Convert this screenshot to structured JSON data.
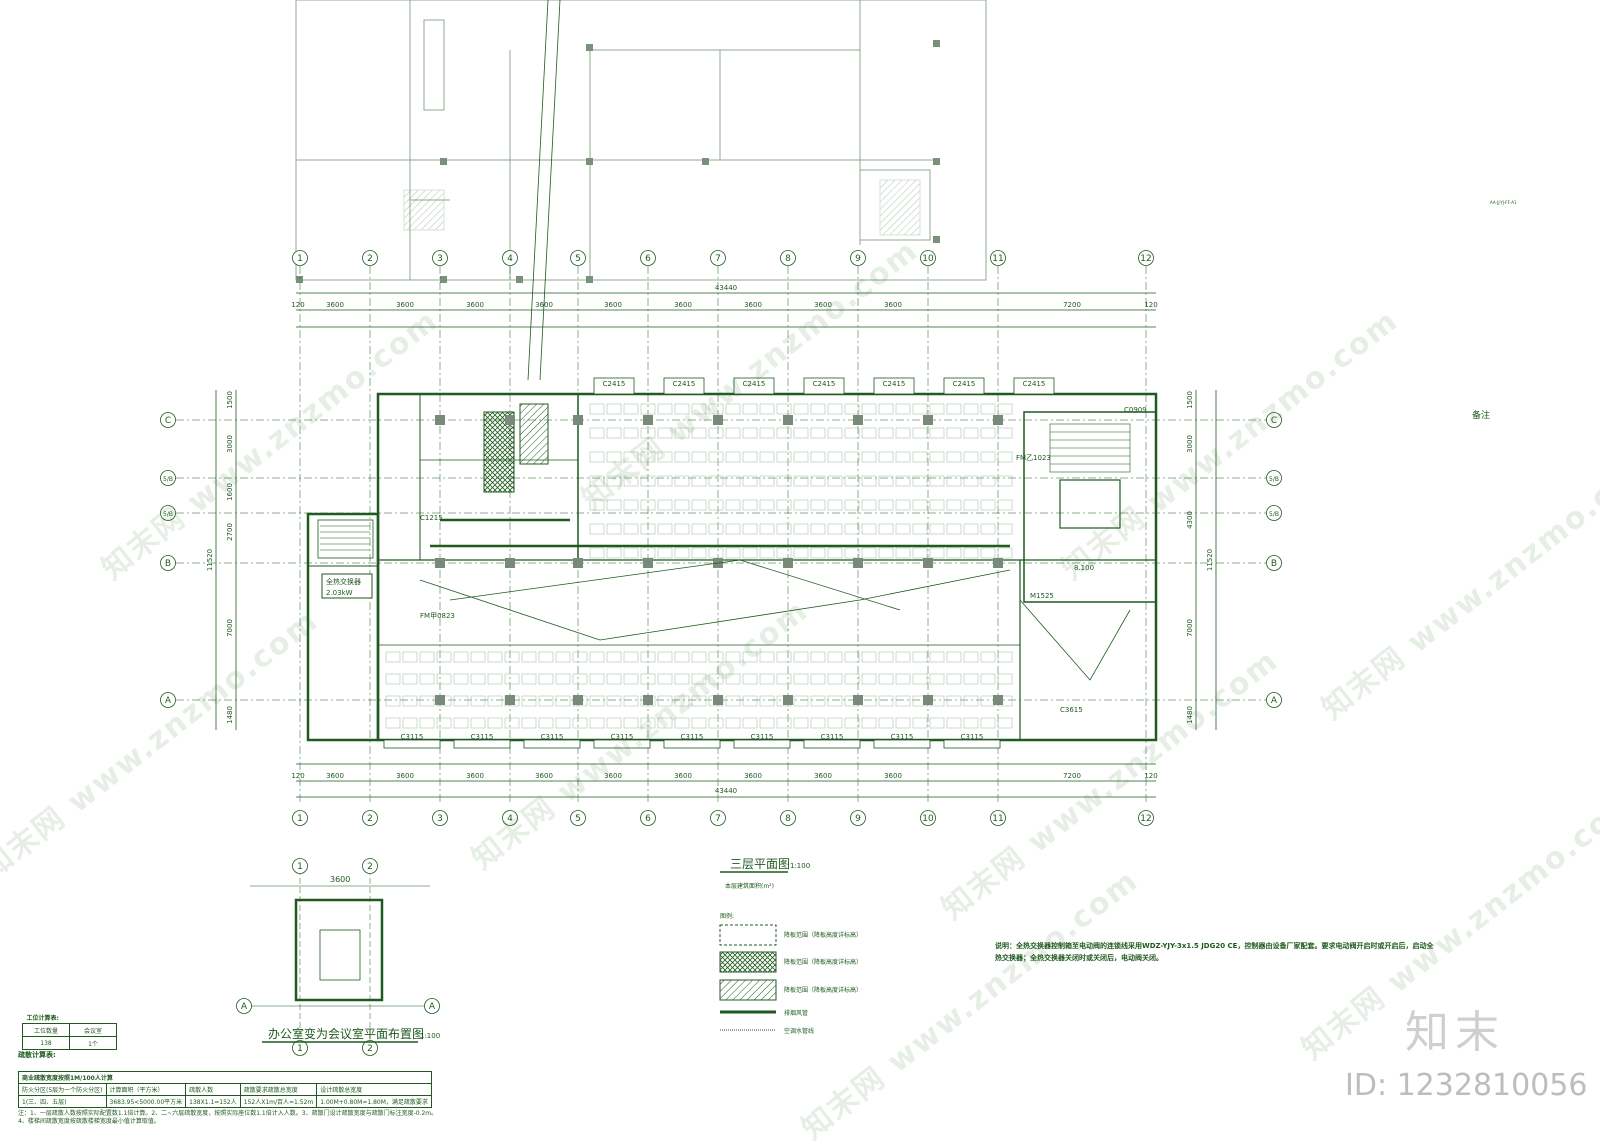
{
  "drawing": {
    "title": "三层平面图",
    "scale": "1:100",
    "area_note": "本层建筑面积(m²)",
    "sub_title": "办公室变为会议室平面布置图",
    "sub_scale": "1:100",
    "remark_label": "备注",
    "corner_code": "AA-JJ-YJ-FF-A1"
  },
  "axes_x": [
    "1",
    "2",
    "3",
    "4",
    "5",
    "6",
    "7",
    "8",
    "9",
    "10",
    "11",
    "12"
  ],
  "axes_y": [
    "C",
    "5/B",
    "5/B",
    "B",
    "A"
  ],
  "dims": {
    "total": "43440",
    "top_row": [
      "120",
      "3600",
      "3600",
      "3600",
      "3600",
      "3600",
      "3600",
      "3600",
      "3600",
      "3600",
      "7200",
      "120"
    ],
    "bottom_row": [
      "120",
      "3600",
      "3600",
      "3600",
      "3600",
      "3600",
      "3600",
      "3600",
      "3600",
      "3600",
      "7200",
      "120"
    ],
    "left_col": [
      "1500",
      "3000",
      "1600",
      "2700",
      "7000",
      "1480"
    ],
    "right_col": [
      "1500",
      "3000",
      "4300",
      "7000",
      "1480"
    ],
    "side_total": "11520",
    "mini_width": "3600"
  },
  "window_labels_top": [
    "C2415",
    "C2415",
    "C2415",
    "C2415",
    "C2415",
    "C2415",
    "C2415"
  ],
  "window_labels_bottom": [
    "C3115",
    "C3115",
    "C3115",
    "C3115",
    "C3115",
    "C3115",
    "C3115",
    "C3115",
    "C3115"
  ],
  "room_labels": {
    "equipment": "全热交换器",
    "power": "2.03kW",
    "stair_tag": "C1215",
    "door1": "FM甲0823",
    "door2": "FM乙1023",
    "window_right": "C0909",
    "bottom_right": "C3615",
    "right_door": "M1525",
    "elev": "8.100"
  },
  "legend": {
    "title": "图例:",
    "items": [
      {
        "label": "降板范围（降板高度详标高）"
      },
      {
        "label": "降板范围（降板高度详标高）"
      },
      {
        "label": "降板范围（降板高度详标高）"
      },
      {
        "label": "排烟风管"
      },
      {
        "label": "空调水管线"
      }
    ]
  },
  "explain": "说明：全热交换器控制箱至电动阀的连锁线采用WDZ-YJY-3x1.5 JDG20 CE，控制器由设备厂家配套。要求电动阀开启时或开启后，启动全热交换器；全热交换器关闭时或关闭后，电动阀关闭。",
  "mini_table": {
    "title": "工位计算表:",
    "header": [
      "工位数量",
      "会议室"
    ],
    "row": [
      "138",
      "1个"
    ]
  },
  "calc": {
    "title": "疏散计算表:",
    "heading": "商业疏散宽度按照1M/100人计算",
    "header": [
      "防火分区(5层为一个防火分区)",
      "计算面积（平方米）",
      "疏散人数",
      "疏散要求疏散总宽度",
      "设计疏散总宽度"
    ],
    "row": [
      "1(三、四、五层)",
      "3683.95<5000.00平方米",
      "138X1.1=152人",
      "152人X1m/百人=1.52m",
      "1.00M+0.80M=1.80M，满足疏散要求"
    ]
  },
  "notes": "注：1、一层疏散人数按照实际配置数1.1倍计算。2、二~六层疏散宽度，按照实际座位数1.1倍计入人数。3、疏散门设计疏散宽度与疏散门标注宽度-0.2m。4、楼梯间疏散宽度按疏散楼梯宽度最小值计算取值。",
  "watermark": "知末网 www.znzmo.com",
  "brand": "知末",
  "id_text": "ID: 1232810056"
}
